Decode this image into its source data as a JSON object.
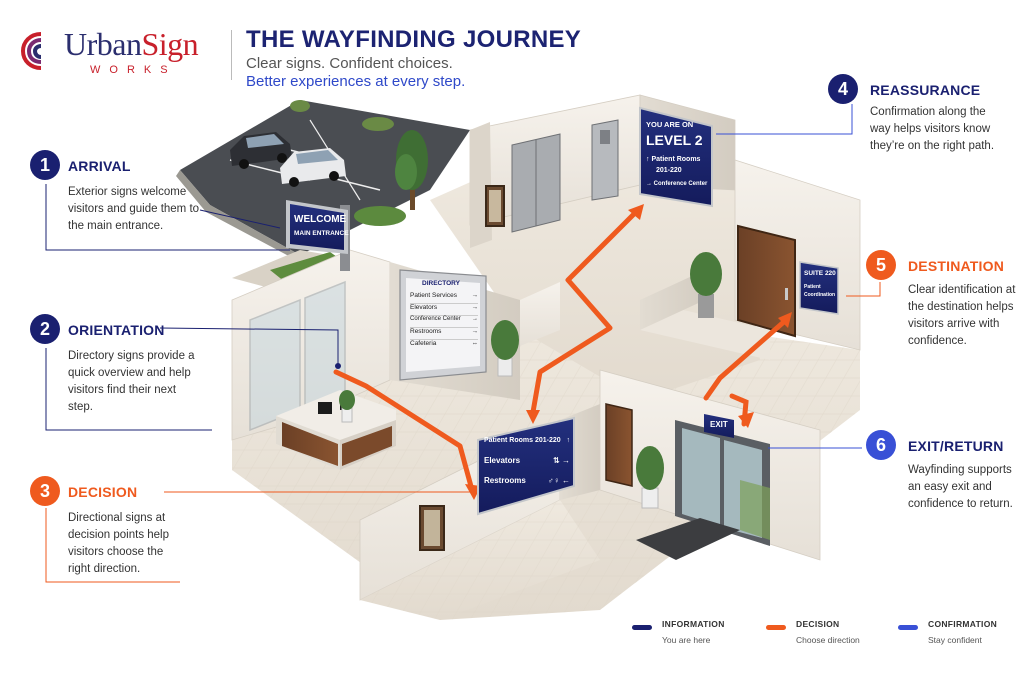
{
  "brand": {
    "name_primary": "Urban",
    "name_secondary": "Sign",
    "subtitle": "WORKS"
  },
  "header": {
    "title": "THE WAYFINDING JOURNEY",
    "subtitle_line1": "Clear signs. Confident choices.",
    "subtitle_line2": "Better experiences at every step."
  },
  "steps": [
    {
      "number": "1",
      "title": "ARRIVAL",
      "description": "Exterior signs welcome visitors and guide them to the main entrance.",
      "color": "#1a2070"
    },
    {
      "number": "2",
      "title": "ORIENTATION",
      "description": "Directory signs provide a quick overview and help visitors find their next step.",
      "color": "#1a2070"
    },
    {
      "number": "3",
      "title": "DECISION",
      "description": "Directional signs at decision points help visitors choose the right direction.",
      "color": "#ef5a1e"
    },
    {
      "number": "4",
      "title": "REASSURANCE",
      "description": "Confirmation along the way helps visitors know they’re on the right path.",
      "color": "#1a2070"
    },
    {
      "number": "5",
      "title": "DESTINATION",
      "description": "Clear identification at the destination helps visitors arrive with confidence.",
      "color": "#ef5a1e"
    },
    {
      "number": "6",
      "title": "EXIT/RETURN",
      "description": "Wayfinding supports an easy exit and confidence to return.",
      "color": "#3950d6"
    }
  ],
  "signs": {
    "welcome": {
      "line1": "WELCOME",
      "line2": "MAIN ENTRANCE →"
    },
    "directory": {
      "title": "DIRECTORY",
      "items": [
        {
          "label": "Patient Services",
          "arrow": "→"
        },
        {
          "label": "Elevators",
          "arrow": "→"
        },
        {
          "label": "Conference Center",
          "arrow": "→"
        },
        {
          "label": "Restrooms",
          "arrow": "→"
        },
        {
          "label": "Cafeteria",
          "arrow": "⇔"
        }
      ]
    },
    "level": {
      "line1": "YOU ARE ON",
      "line2": "LEVEL 2",
      "line3": "↑ Patient Rooms",
      "line4": "201-220",
      "line5": "→ Conference Center"
    },
    "directional": {
      "row1": "Patient Rooms 201-220",
      "row1_arrow": "↑",
      "row2": "Elevators",
      "row2_arrow": "→",
      "row3": "Restrooms",
      "row3_arrow": "←"
    },
    "suite": {
      "line1": "SUITE 220",
      "line2": "Patient",
      "line3": "Coordination"
    },
    "exit": {
      "label": "EXIT"
    }
  },
  "legend": [
    {
      "title": "INFORMATION",
      "description": "You are here",
      "color": "#1a2070"
    },
    {
      "title": "DECISION",
      "description": "Choose direction",
      "color": "#ef5a1e"
    },
    {
      "title": "CONFIRMATION",
      "description": "Stay confident",
      "color": "#3950d6"
    }
  ],
  "colors": {
    "navy": "#1a2070",
    "orange": "#ef5a1e",
    "blue": "#3950d6",
    "wall": "#f3efe9",
    "floor": "#e9e3da"
  },
  "icons": [
    "logo-mark-icon",
    "elevator-icon",
    "restroom-icon",
    "arrow-up-icon",
    "arrow-right-icon",
    "arrow-left-icon",
    "plant-icon",
    "car-icon",
    "door-icon"
  ]
}
